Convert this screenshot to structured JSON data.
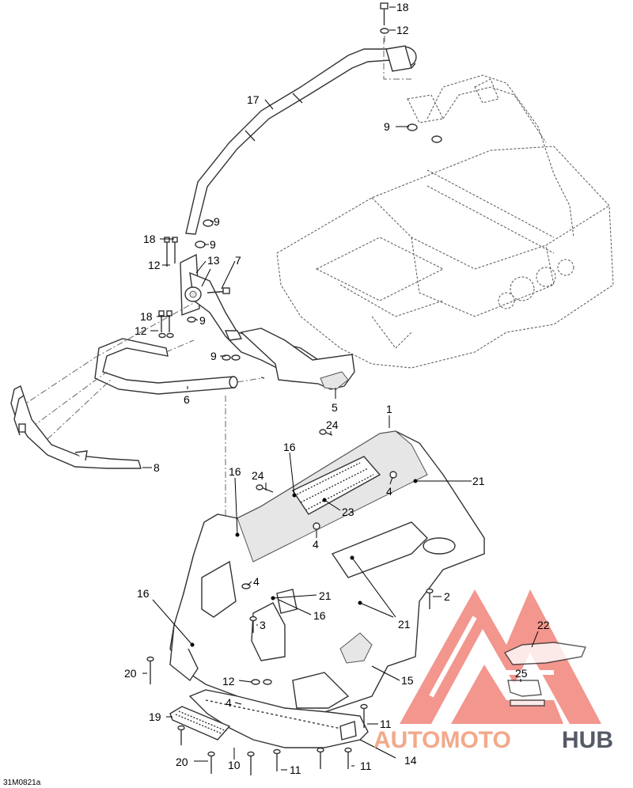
{
  "drawing_code": "31M0821a",
  "watermark": {
    "brand_left": "AUTOMOTO",
    "brand_right": "HUB",
    "logo_color": "#f07d73",
    "text_color_left": "#f2a98a",
    "text_color_right": "#555a66"
  },
  "callouts": [
    {
      "id": "c18a",
      "label": "18"
    },
    {
      "id": "c12a",
      "label": "12"
    },
    {
      "id": "c17",
      "label": "17"
    },
    {
      "id": "c9a",
      "label": "9"
    },
    {
      "id": "c9b",
      "label": "9"
    },
    {
      "id": "c18b",
      "label": "18"
    },
    {
      "id": "c9c",
      "label": "9"
    },
    {
      "id": "c12b",
      "label": "12"
    },
    {
      "id": "c13",
      "label": "13"
    },
    {
      "id": "c7",
      "label": "7"
    },
    {
      "id": "c18c",
      "label": "18"
    },
    {
      "id": "c9d",
      "label": "9"
    },
    {
      "id": "c12c",
      "label": "12"
    },
    {
      "id": "c9e",
      "label": "9"
    },
    {
      "id": "c6",
      "label": "6"
    },
    {
      "id": "c5",
      "label": "5"
    },
    {
      "id": "c8",
      "label": "8"
    },
    {
      "id": "c1",
      "label": "1"
    },
    {
      "id": "c24a",
      "label": "24"
    },
    {
      "id": "c16a",
      "label": "16"
    },
    {
      "id": "c16b",
      "label": "16"
    },
    {
      "id": "c24b",
      "label": "24"
    },
    {
      "id": "c4a",
      "label": "4"
    },
    {
      "id": "c21a",
      "label": "21"
    },
    {
      "id": "c23",
      "label": "23"
    },
    {
      "id": "c4b",
      "label": "4"
    },
    {
      "id": "c4c",
      "label": "4"
    },
    {
      "id": "c16c",
      "label": "16"
    },
    {
      "id": "c21b",
      "label": "21"
    },
    {
      "id": "c16d",
      "label": "16"
    },
    {
      "id": "c2",
      "label": "2"
    },
    {
      "id": "c3",
      "label": "3"
    },
    {
      "id": "c21c",
      "label": "21"
    },
    {
      "id": "c22",
      "label": "22"
    },
    {
      "id": "c20a",
      "label": "20"
    },
    {
      "id": "c25",
      "label": "25"
    },
    {
      "id": "c12d",
      "label": "12"
    },
    {
      "id": "c15",
      "label": "15"
    },
    {
      "id": "c4d",
      "label": "4"
    },
    {
      "id": "c19",
      "label": "19"
    },
    {
      "id": "c11a",
      "label": "11"
    },
    {
      "id": "c14",
      "label": "14"
    },
    {
      "id": "c20b",
      "label": "20"
    },
    {
      "id": "c10",
      "label": "10"
    },
    {
      "id": "c11b",
      "label": "11"
    },
    {
      "id": "c11c",
      "label": "11"
    }
  ]
}
